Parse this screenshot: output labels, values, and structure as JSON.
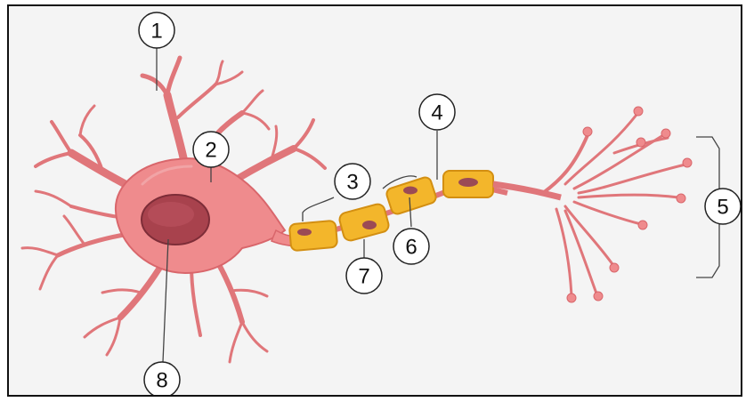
{
  "labels": [
    "1",
    "2",
    "3",
    "4",
    "5",
    "6",
    "7",
    "8"
  ],
  "colors": {
    "background": "#f4f4f4",
    "neuron_body": "#ef8b8d",
    "neuron_outline": "#d9666b",
    "nucleus": "#a8424d",
    "myelin_sheath": "#f3b62b",
    "myelin_outline": "#d38f12",
    "schwann_nucleus": "#9b4a55",
    "node_gap": "#e0767a"
  }
}
